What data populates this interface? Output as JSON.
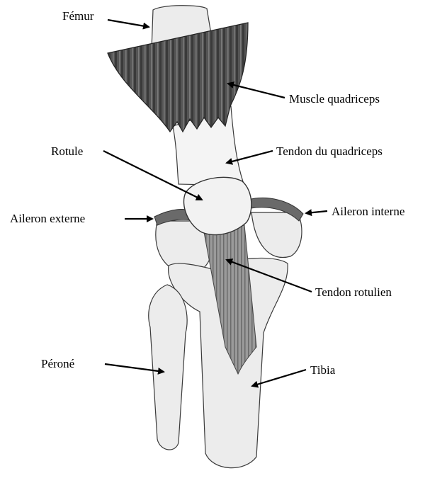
{
  "labels": {
    "femur": "Fémur",
    "quadriceps_muscle": "Muscle quadriceps",
    "quadriceps_tendon": "Tendon du quadriceps",
    "patella": "Rotule",
    "lateral_retinaculum": "Aileron externe",
    "medial_retinaculum": "Aileron interne",
    "patellar_tendon": "Tendon rotulien",
    "fibula": "Péroné",
    "tibia": "Tibia"
  },
  "colors": {
    "muscle": "#4a4a4a",
    "bone": "#ececec",
    "outline": "#3a3a3a",
    "text": "#000000"
  }
}
